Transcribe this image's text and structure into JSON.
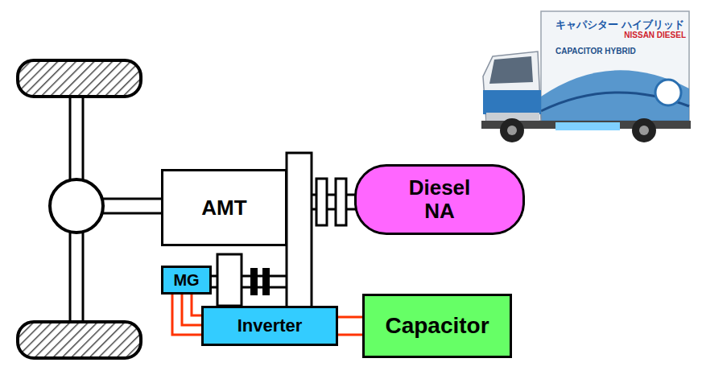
{
  "diagram": {
    "nodes": [
      {
        "text": [
          "AMT"
        ]
      },
      {
        "text": [
          "Diesel NA"
        ]
      },
      {
        "text": [
          "MG"
        ]
      },
      {
        "text": [
          "Inverter"
        ]
      },
      {
        "text": [
          "Capacitor"
        ]
      }
    ],
    "edges": [
      {
        "from": 2,
        "to": 3,
        "arrow": "none"
      },
      {
        "from": 3,
        "to": 4,
        "arrow": "none"
      }
    ],
    "labels": [
      "キャパシター ハイブリッド",
      "NISSAN DIESEL",
      "CAPACITOR HYBRID"
    ]
  }
}
